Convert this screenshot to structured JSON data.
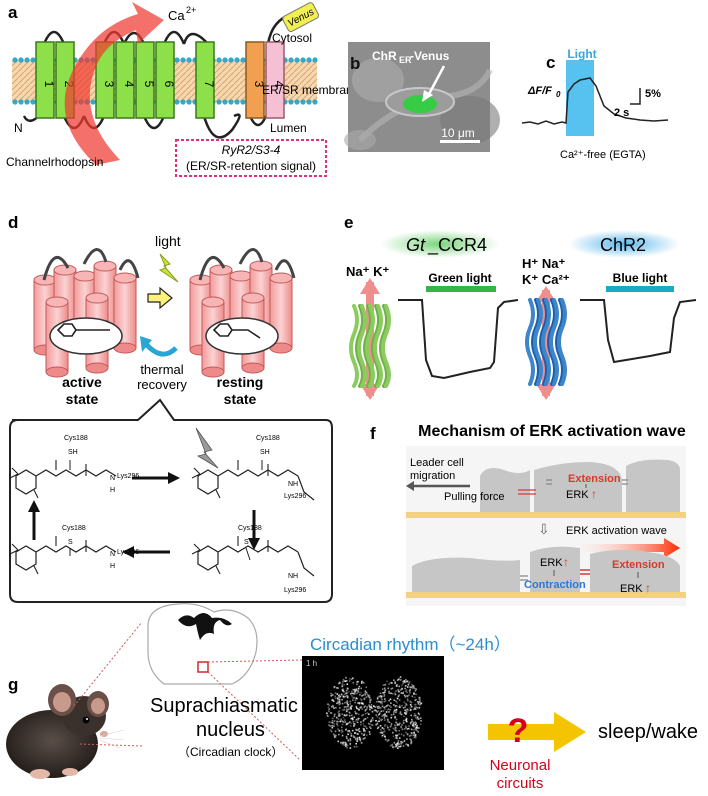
{
  "panels": {
    "a": {
      "letter": "a",
      "ca_label": "Ca",
      "ca_sup": "2+",
      "tag_label": "Venus",
      "cytosol_label": "Cytosol",
      "membrane_label": "ER/SR membrane",
      "lumen_label": "Lumen",
      "n_label": "N",
      "helices": [
        "1",
        "2",
        "3",
        "4",
        "5",
        "6",
        "7"
      ],
      "ryr_helices": [
        "3",
        "4"
      ],
      "channel_label": "Channelrhodopsin",
      "ryr_name": "RyR2/S3-4",
      "ryr_signal": "(ER/SR-retention signal)"
    },
    "b": {
      "letter": "b",
      "label_main": "ChR",
      "label_sub": "ER",
      "label_tail": "-Venus",
      "scale": "10 μm"
    },
    "c": {
      "letter": "c",
      "light": "Light",
      "dff": "ΔF/F",
      "dff_sub": "0",
      "scale_y": "5%",
      "scale_x": "2 s",
      "condition": "Ca²⁺-free (EGTA)"
    },
    "d": {
      "letter": "d",
      "light": "light",
      "thermal1": "thermal",
      "thermal2": "recovery",
      "active1": "active",
      "active2": "state",
      "resting1": "resting",
      "resting2": "state",
      "cys": "Cys188",
      "sh": "SH",
      "s": "S",
      "lys": "Lys296",
      "nh": "NH",
      "n": "N",
      "h": "H"
    },
    "e": {
      "letter": "e",
      "gt_italic": "Gt",
      "gt_rest": "_CCR4",
      "chr2": "ChR2",
      "ions_left": "Na⁺  K⁺",
      "ions_right1": "H⁺ Na⁺",
      "ions_right2": "K⁺ Ca²⁺",
      "green_light": "Green light",
      "blue_light": "Blue light"
    },
    "f": {
      "letter": "f",
      "title": "Mechanism of ERK activation wave",
      "leader1": "Leader cell",
      "leader2": "migration",
      "pulling": "Pulling force",
      "extension": "Extension",
      "erk": "ERK",
      "wave": "ERK activation wave",
      "contraction": "Contraction"
    },
    "g": {
      "letter": "g",
      "circadian": "Circadian rhythm（~24h）",
      "scn1": "Suprachiasmatic",
      "scn2": "nucleus",
      "scn3": "（Circadian clock）",
      "time_label": "1 h",
      "question": "?",
      "neuronal1": "Neuronal",
      "neuronal2": "circuits",
      "sleep": "sleep/wake"
    }
  }
}
